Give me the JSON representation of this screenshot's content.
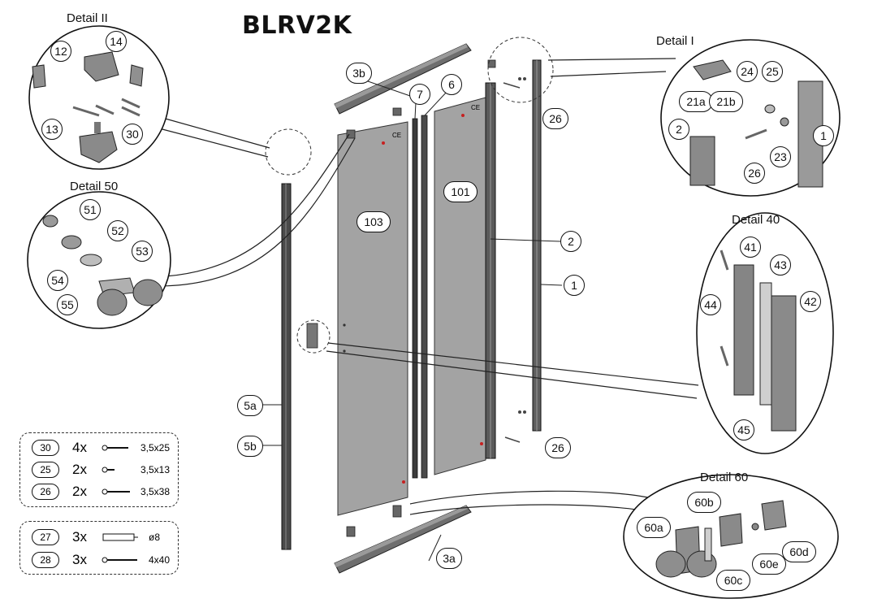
{
  "title": "BLRV2K",
  "details": {
    "detail_ii": "Detail II",
    "detail_50": "Detail 50",
    "detail_i": "Detail I",
    "detail_40": "Detail 40",
    "detail_60": "Detail 60"
  },
  "callouts": {
    "c3b": "3b",
    "c7": "7",
    "c6": "6",
    "c26a": "26",
    "c26b": "26",
    "c2": "2",
    "c1": "1",
    "c101": "101",
    "c103": "103",
    "c5a": "5a",
    "c5b": "5b",
    "c3a": "3a",
    "c12": "12",
    "c14": "14",
    "c13": "13",
    "c30": "30",
    "c51": "51",
    "c52": "52",
    "c53": "53",
    "c54": "54",
    "c55": "55",
    "c21a": "21a",
    "c21b": "21b",
    "c24": "24",
    "c25": "25",
    "c23": "23",
    "d2": "2",
    "d1": "1",
    "d26": "26",
    "c41": "41",
    "c43": "43",
    "c44": "44",
    "c42": "42",
    "c45": "45",
    "c60b": "60b",
    "c60a": "60a",
    "c60e": "60e",
    "c60d": "60d",
    "c60c": "60c"
  },
  "hardware_group_1": [
    {
      "part": "30",
      "qty": "4x",
      "size": "3,5x25"
    },
    {
      "part": "25",
      "qty": "2x",
      "size": "3,5x13"
    },
    {
      "part": "26",
      "qty": "2x",
      "size": "3,5x38"
    }
  ],
  "hardware_group_2": [
    {
      "part": "27",
      "qty": "3x",
      "size": "ø8"
    },
    {
      "part": "28",
      "qty": "3x",
      "size": "4x40"
    }
  ],
  "panel_marks": {
    "ce": "CE"
  },
  "colors": {
    "line": "#222222",
    "panel": "#a3a3a3",
    "profile": "#555555",
    "part_light": "#cfcfcf"
  }
}
